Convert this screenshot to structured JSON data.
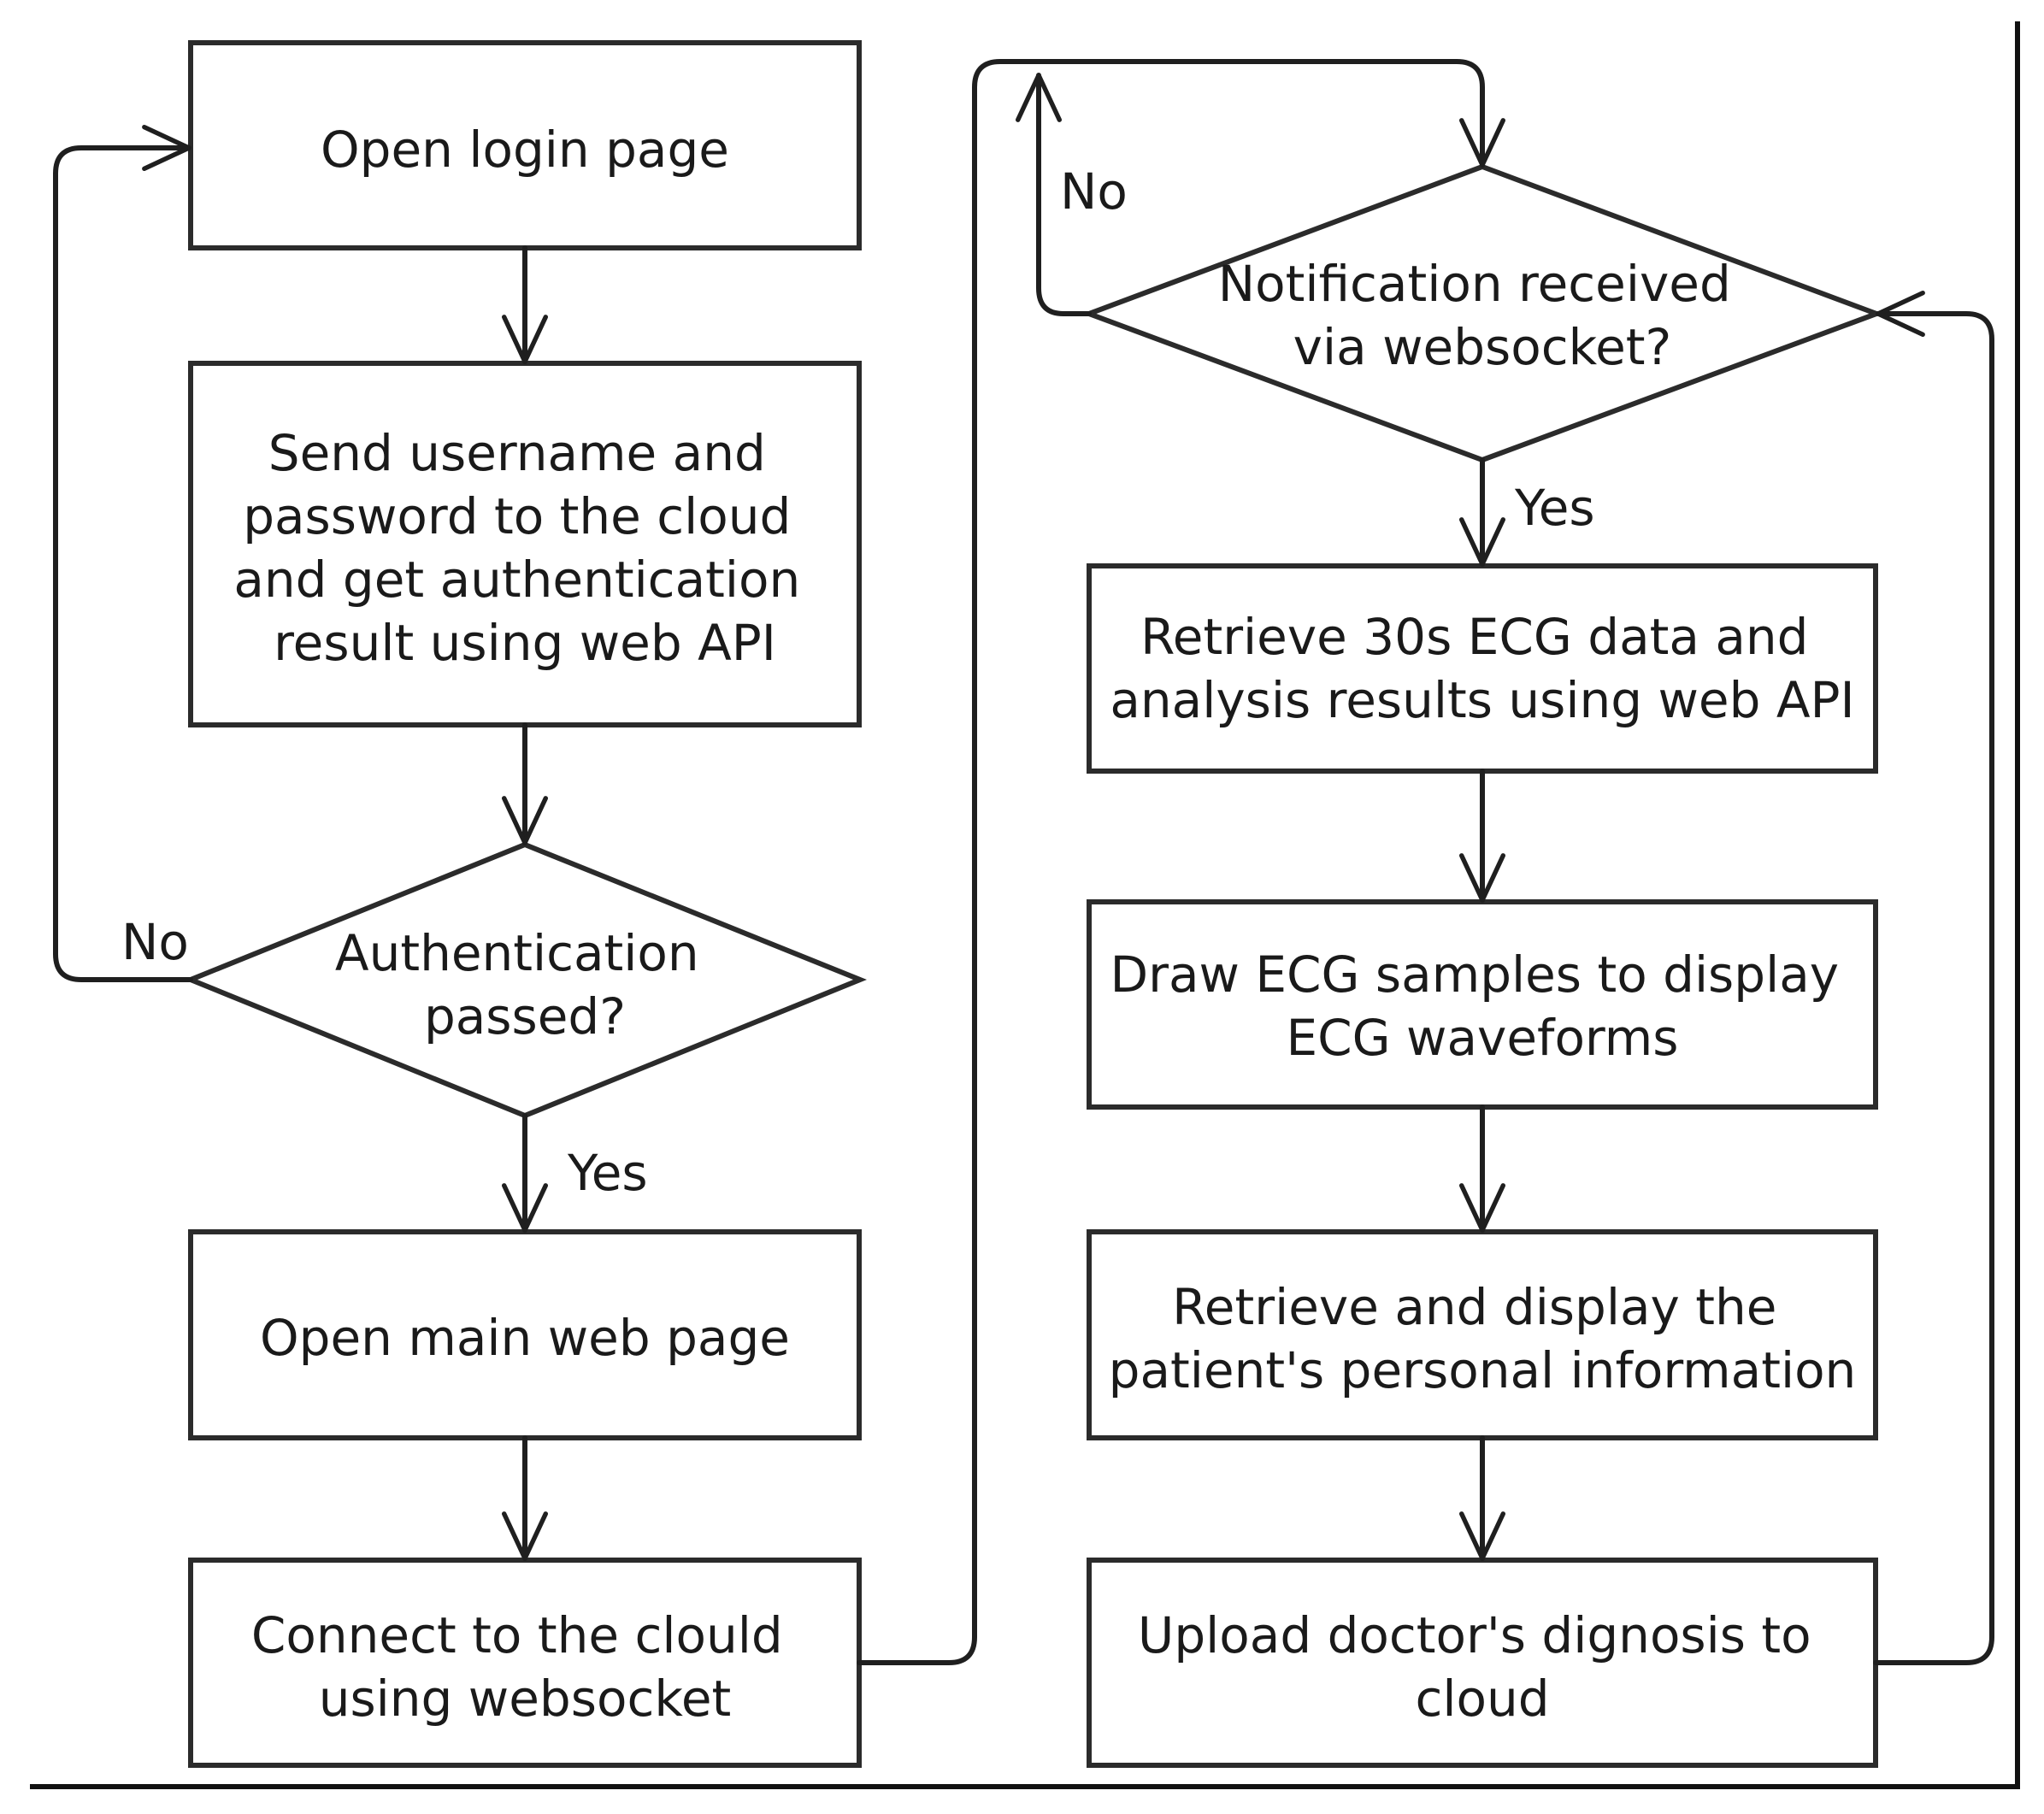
{
  "flowchart": {
    "login": {
      "lines": [
        "Open login page"
      ]
    },
    "send_credentials": {
      "lines": [
        "Send username and",
        "password to the cloud",
        "and get authentication",
        "result using web API"
      ]
    },
    "auth_check": {
      "lines": [
        "Authentication",
        "passed?"
      ],
      "no_label": "No",
      "yes_label": "Yes"
    },
    "main_page": {
      "lines": [
        "Open main web page"
      ]
    },
    "connect": {
      "lines": [
        "Connect to the clould",
        "using websocket"
      ]
    },
    "notify_check": {
      "lines": [
        "Notification received",
        "via websocket?"
      ],
      "no_label": "No",
      "yes_label": "Yes"
    },
    "retrieve_ecg": {
      "lines": [
        "Retrieve 30s ECG data and",
        "analysis results using web API"
      ]
    },
    "draw_ecg": {
      "lines": [
        "Draw ECG samples  to display",
        "ECG waveforms"
      ]
    },
    "patient_info": {
      "lines": [
        "Retrieve and display the",
        "patient's personal information"
      ]
    },
    "upload": {
      "lines": [
        "Upload doctor's dignosis to",
        "cloud"
      ]
    }
  }
}
